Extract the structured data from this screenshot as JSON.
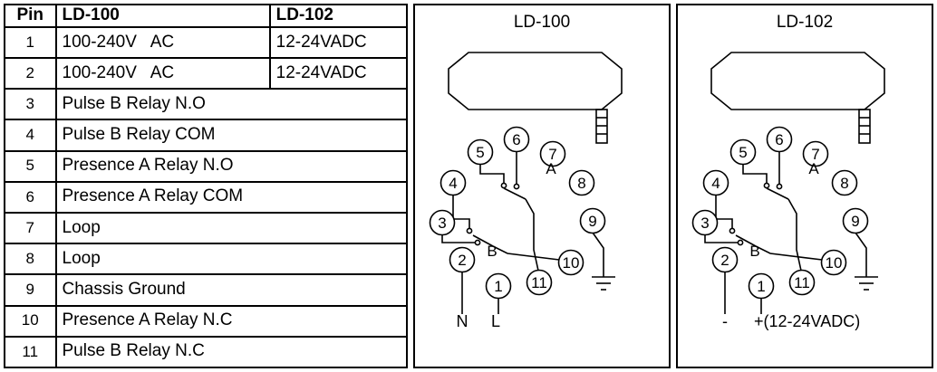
{
  "table": {
    "headers": [
      "Pin",
      "LD-100",
      "LD-102"
    ],
    "rows": [
      {
        "pin": "1",
        "ld100": "100-240V   AC",
        "ld102": "12-24VADC"
      },
      {
        "pin": "2",
        "ld100": "100-240V   AC",
        "ld102": "12-24VADC"
      },
      {
        "pin": "3",
        "desc": "Pulse B Relay N.O"
      },
      {
        "pin": "4",
        "desc": "Pulse B Relay COM"
      },
      {
        "pin": "5",
        "desc": "Presence A Relay N.O"
      },
      {
        "pin": "6",
        "desc": "Presence A Relay COM"
      },
      {
        "pin": "7",
        "desc": "Loop"
      },
      {
        "pin": "8",
        "desc": "Loop"
      },
      {
        "pin": "9",
        "desc": "Chassis Ground"
      },
      {
        "pin": "10",
        "desc": "Presence A Relay N.C"
      },
      {
        "pin": "11",
        "desc": "Pulse B Relay N.C"
      }
    ]
  },
  "diagrams": [
    {
      "title": "LD-100",
      "pin_labels": [
        "1",
        "2",
        "3",
        "4",
        "5",
        "6",
        "7",
        "8",
        "9",
        "10",
        "11"
      ],
      "relay_a_label": "A",
      "relay_b_label": "B",
      "terminal_left": "N",
      "terminal_right": "L"
    },
    {
      "title": "LD-102",
      "pin_labels": [
        "1",
        "2",
        "3",
        "4",
        "5",
        "6",
        "7",
        "8",
        "9",
        "10",
        "11"
      ],
      "relay_a_label": "A",
      "relay_b_label": "B",
      "terminal_left": "-",
      "terminal_right": "+(12-24VADC)"
    }
  ]
}
